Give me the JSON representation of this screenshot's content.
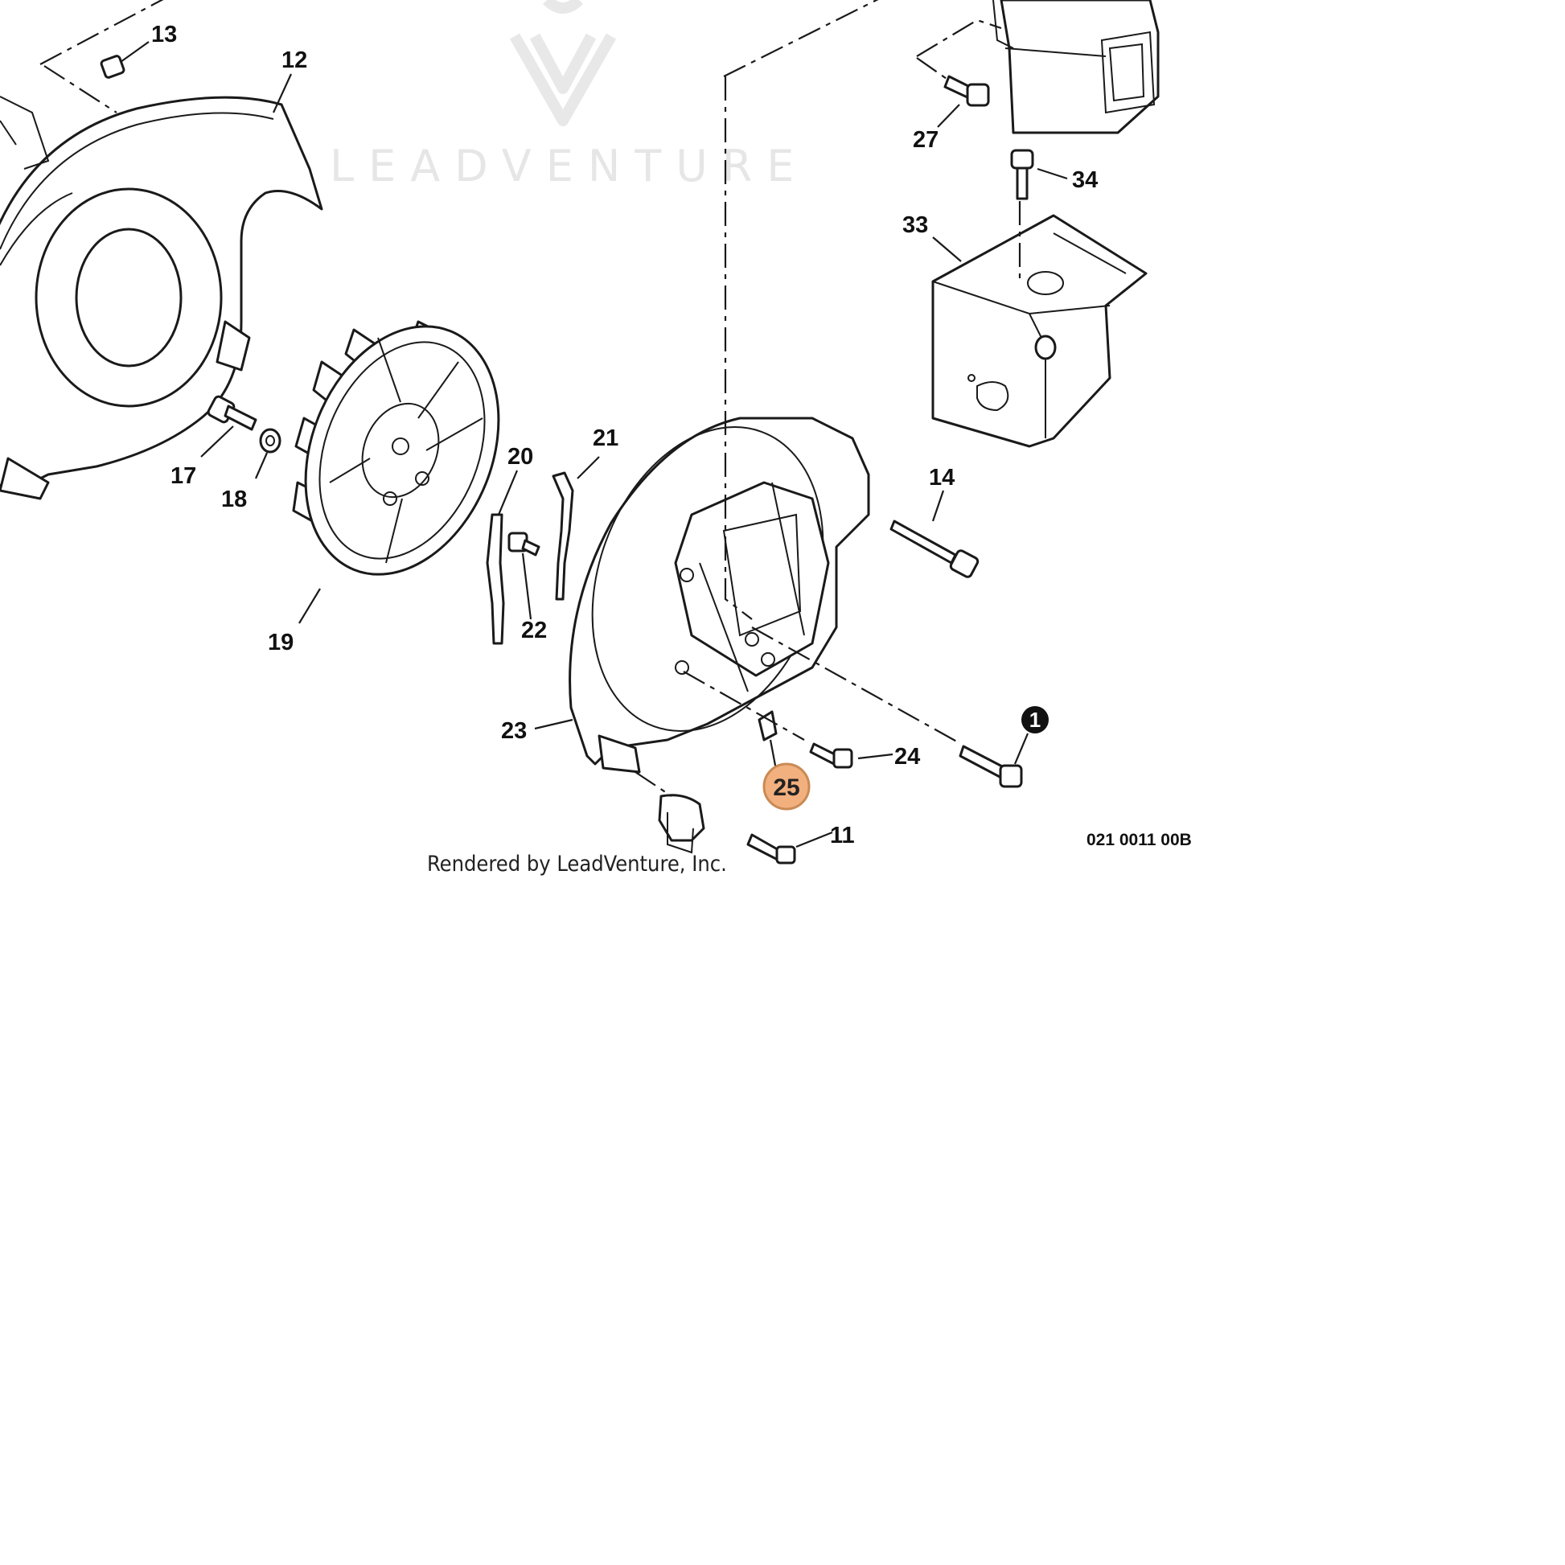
{
  "watermark": {
    "text": "LEADVENTURE"
  },
  "callouts": [
    {
      "id": "c13",
      "label": "13"
    },
    {
      "id": "c12",
      "label": "12"
    },
    {
      "id": "c27",
      "label": "27"
    },
    {
      "id": "c34",
      "label": "34"
    },
    {
      "id": "c33",
      "label": "33"
    },
    {
      "id": "c14",
      "label": "14"
    },
    {
      "id": "c21",
      "label": "21"
    },
    {
      "id": "c20",
      "label": "20"
    },
    {
      "id": "c17",
      "label": "17"
    },
    {
      "id": "c18",
      "label": "18"
    },
    {
      "id": "c19",
      "label": "19"
    },
    {
      "id": "c22",
      "label": "22"
    },
    {
      "id": "c23",
      "label": "23"
    },
    {
      "id": "c24",
      "label": "24"
    },
    {
      "id": "c11",
      "label": "11"
    }
  ],
  "highlighted_callout": {
    "label": "25",
    "color": "#f2b07e"
  },
  "badge_callout": {
    "label": "1"
  },
  "footer": {
    "credit": "Rendered by LeadVenture, Inc.",
    "diagram_code": "021 0011 00B"
  }
}
